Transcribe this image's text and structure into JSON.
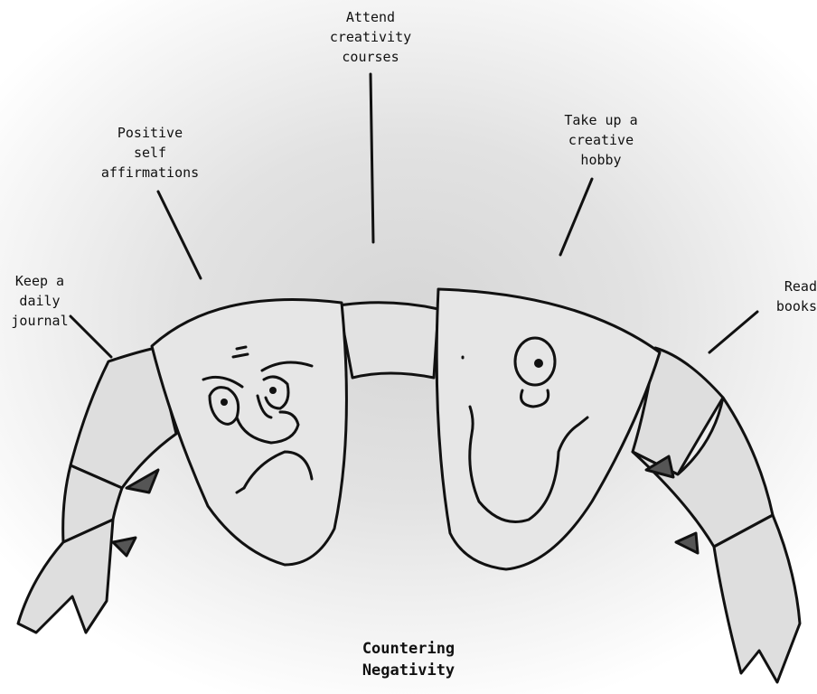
{
  "title": {
    "line1": "Countering",
    "line2": "Negativity"
  },
  "labels": {
    "journal": [
      "Keep a",
      "daily",
      "journal"
    ],
    "affirmations": [
      "Positive",
      "self",
      "affirmations"
    ],
    "courses": [
      "Attend",
      "creativity",
      "courses"
    ],
    "hobby": [
      "Take up a",
      "creative",
      "hobby"
    ],
    "books": [
      "Read",
      "books"
    ]
  },
  "faces": {
    "left": "angry-face",
    "right": "happy-face"
  },
  "colors": {
    "ink": "#111111",
    "mask_fill": "#e6e6e6",
    "ribbon_fill": "#dedede"
  }
}
